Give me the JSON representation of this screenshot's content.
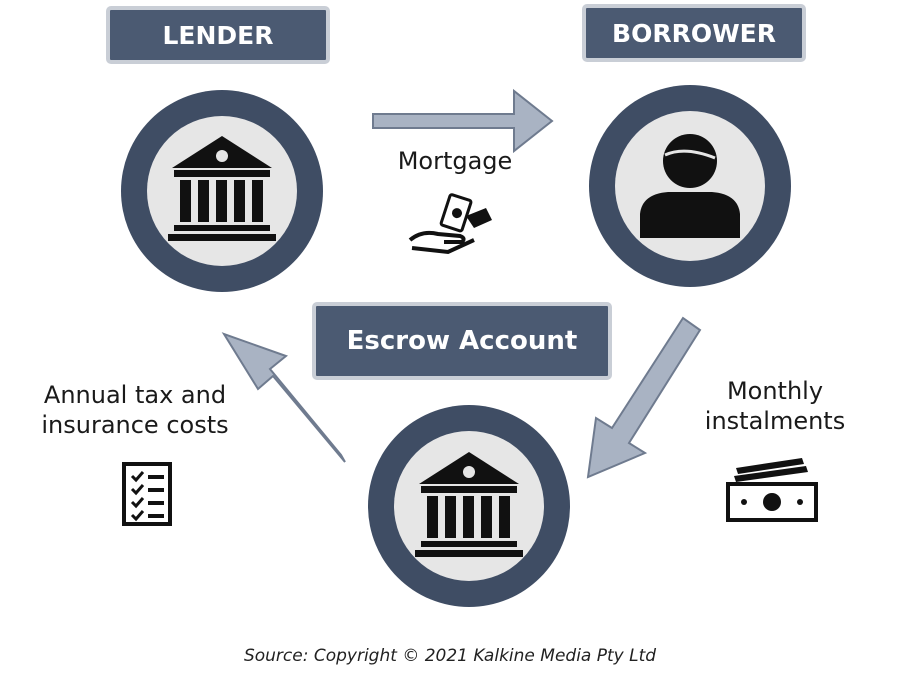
{
  "nodes": {
    "lender": {
      "label": "LENDER"
    },
    "borrower": {
      "label": "BORROWER"
    },
    "escrow": {
      "label": "Escrow Account"
    }
  },
  "flows": {
    "mortgage": {
      "label": "Mortgage"
    },
    "monthly": {
      "label_line1": "Monthly",
      "label_line2": "instalments"
    },
    "annual": {
      "label_line1": "Annual tax and",
      "label_line2": "insurance costs"
    }
  },
  "footer": {
    "source": "Source: Copyright © 2021 Kalkine Media Pty Ltd"
  },
  "colors": {
    "ring": "#3f4d64",
    "disc": "#e6e6e6",
    "arrow_fill": "#a9b3c3",
    "arrow_stroke": "#6f7b8f",
    "label_bg": "#4b5a72",
    "icon": "#111111"
  },
  "icons": {
    "lender": "bank-icon",
    "borrower": "person-icon",
    "escrow": "bank-icon",
    "mortgage": "cash-handover-icon",
    "monthly": "banknotes-icon",
    "annual": "checklist-icon"
  }
}
